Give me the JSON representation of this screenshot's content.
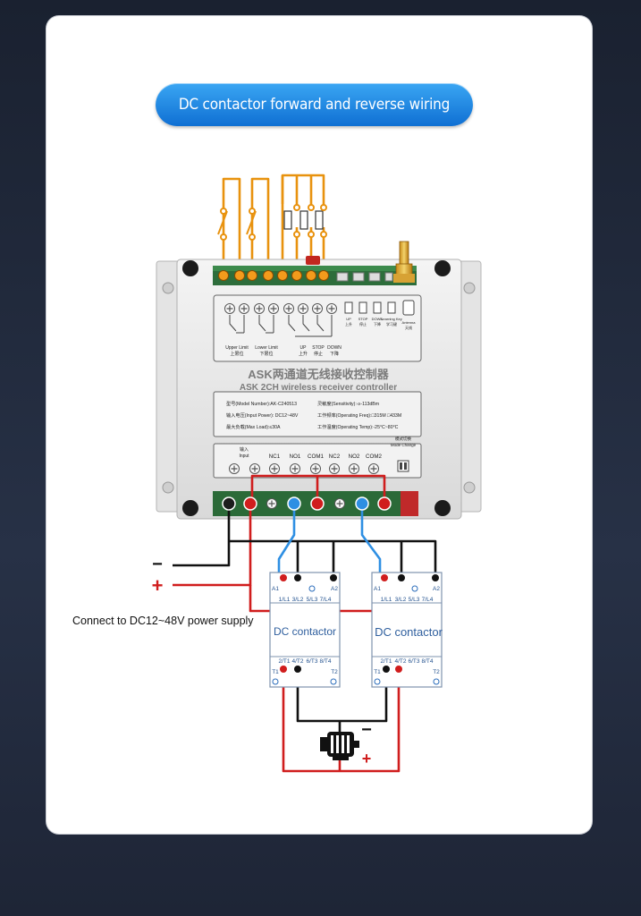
{
  "banner": {
    "title": "DC contactor forward and reverse wiring"
  },
  "controller": {
    "title_cn": "ASK两通道无线接收控制器",
    "title_en": "ASK 2CH wireless receiver controller",
    "specs": [
      "型号(Model Number):AK-C240513",
      "灵敏度(Sensitivity):-≥-113dBm",
      "输入电压(Input Power): DC12~48V",
      "工作频率(Operating Freq):□315M □433M",
      "最大负载(Max Load):≤30A",
      "工作温度(Operating Temp):-25°C~80°C"
    ],
    "top_labels": [
      {
        "en": "Upper Limit",
        "cn": "上限位"
      },
      {
        "en": "Lower Limit",
        "cn": "下限位"
      },
      {
        "en": "UP",
        "cn": "上升"
      },
      {
        "en": "STOP",
        "cn": "停止"
      },
      {
        "en": "DOWN",
        "cn": "下降"
      }
    ],
    "side_labels": [
      {
        "en": "UP",
        "cn": "上升"
      },
      {
        "en": "STOP",
        "cn": "停止"
      },
      {
        "en": "DOWN",
        "cn": "下降"
      },
      {
        "en": "Learning Key",
        "cn": "学习键"
      },
      {
        "en": "Antenna",
        "cn": "天线"
      }
    ],
    "bottom_labels": {
      "input_cn": "输入",
      "input_en": "Input",
      "terminals": [
        "NC1",
        "NO1",
        "COM1",
        "NC2",
        "NO2",
        "COM2"
      ],
      "mode_cn": "模式切换",
      "mode_en": "Mode Change"
    }
  },
  "contactors": [
    {
      "label": "DC contactor",
      "top": [
        "A1",
        "1/L1",
        "3/L2",
        "5/L3",
        "7/L4",
        "A2"
      ],
      "bottom": [
        "T1",
        "2/T1",
        "4/T2",
        "6/T3",
        "8/T4",
        "T2"
      ]
    },
    {
      "label": "DC contactor",
      "top": [
        "A1",
        "1/L1",
        "3/L2",
        "5/L3",
        "7/L4",
        "A2"
      ],
      "bottom": [
        "T1",
        "2/T1",
        "4/T2",
        "6/T3",
        "8/T4",
        "T2"
      ]
    }
  ],
  "power": {
    "minus": "−",
    "plus": "+",
    "caption": "Connect to DC12~48V power supply"
  },
  "motor": {
    "minus": "−",
    "plus": "+"
  },
  "colors": {
    "red_wire": "#d01d1d",
    "black_wire": "#111111",
    "blue_wire": "#2e8fe3",
    "orange_wire": "#e8920e",
    "banner": "#1878dc"
  }
}
